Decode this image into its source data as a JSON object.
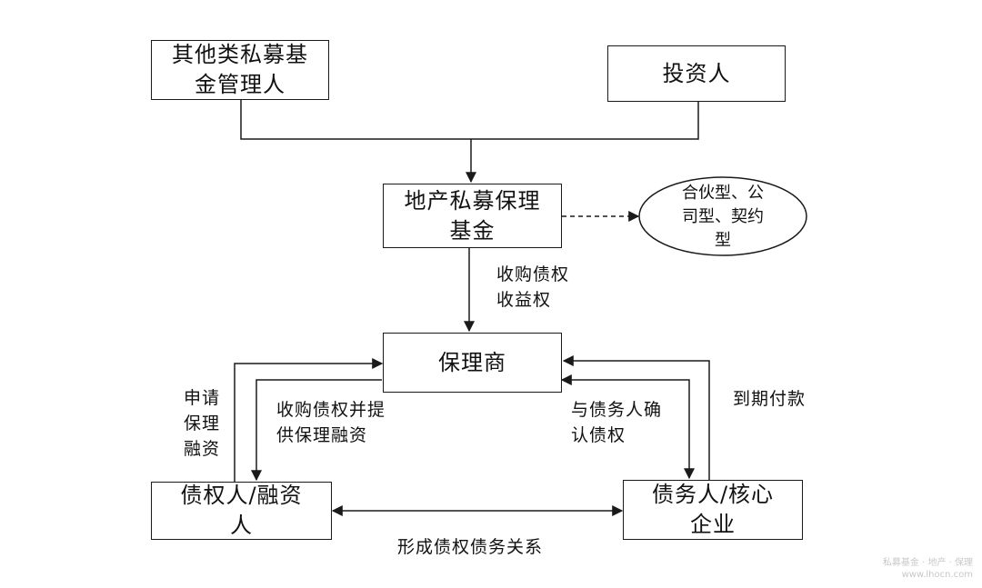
{
  "nodes": {
    "manager": [
      "其他类私募基",
      "金管理人"
    ],
    "investor": [
      "投资人"
    ],
    "fund": [
      "地产私募保理",
      "基金"
    ],
    "fund_type": [
      "合伙型、公",
      "司型、契约",
      "型"
    ],
    "factor": [
      "保理商"
    ],
    "creditor": [
      "债权人/融资",
      "人"
    ],
    "debtor": [
      "债务人/核心",
      "企业"
    ]
  },
  "edge_labels": {
    "purchase_income": [
      "收购债权",
      "收益权"
    ],
    "apply": [
      "申请",
      "保理",
      "融资"
    ],
    "purchase_provide": [
      "收购债权并提",
      "供保理融资"
    ],
    "confirm": [
      "与债务人确",
      "认债权"
    ],
    "pay": "到期付款",
    "relation": "形成债权债务关系"
  },
  "watermark": [
    "私募基金 · 地产 · 保理",
    "www.lhocn.com"
  ],
  "colors": {
    "line": "#1a1a1a",
    "text": "#111111"
  }
}
